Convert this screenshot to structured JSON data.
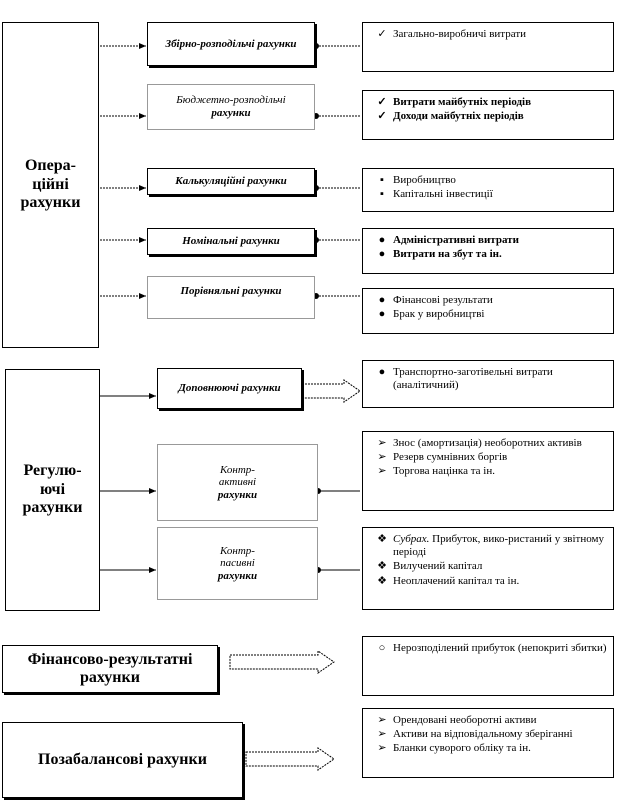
{
  "left": {
    "operational": "Опера-\nційні\nрахунки",
    "regulating": "Регулю-\nючі\nрахунки",
    "fin_result": "Фінансово-результатні рахунки",
    "offbalance": "Позабалансові рахунки"
  },
  "middle": {
    "m1": "Збірно-розподільчі рахунки",
    "m2_line1": "Бюджетно-розподільчі",
    "m2_line2": "рахунки",
    "m3": "Калькуляційні рахунки",
    "m4": "Номінальні рахунки",
    "m5": "Порівняльні рахунки",
    "m6": "Доповнюючі рахунки",
    "m7_line1": "Контр-",
    "m7_line2": "активні",
    "m7_line3": "рахунки",
    "m8_line1": "Контр-",
    "m8_line2": "пасивні",
    "m8_line3": "рахунки"
  },
  "right": {
    "r1": [
      "Загально-виробничі витрати"
    ],
    "r2": [
      "Витрати майбутніх періодів",
      "Доходи майбутніх періодів"
    ],
    "r3": [
      "Виробництво",
      "Капітальні інвестиції"
    ],
    "r4": [
      "Адміністративні витрати",
      "Витрати на збут та ін."
    ],
    "r5": [
      "Фінансові результати",
      "Брак у виробництві"
    ],
    "r6": [
      "Транспортно-заготівельні витрати (аналітичний)"
    ],
    "r7": [
      "Знос (амортизація) необоротних активів",
      "Резерв сумнівних боргів",
      "Торгова націнка та ін."
    ],
    "r8_first_italic": "Субрах.",
    "r8_first_rest": " Прибуток, вико-ристаний у звітному періоді",
    "r8": [
      "Вилучений капітал",
      "Неоплачений капітал та ін."
    ],
    "r9": [
      "Нерозподілений прибуток (непокриті збитки)"
    ],
    "r10": [
      "Орендовані необоротні активи",
      "Активи на відповідальному зберіганні",
      "Бланки суворого обліку та ін."
    ]
  },
  "markers": {
    "check": "✓",
    "square": "▪",
    "dot": "●",
    "arrow": "➢",
    "diamond": "❖",
    "circle": "○"
  }
}
